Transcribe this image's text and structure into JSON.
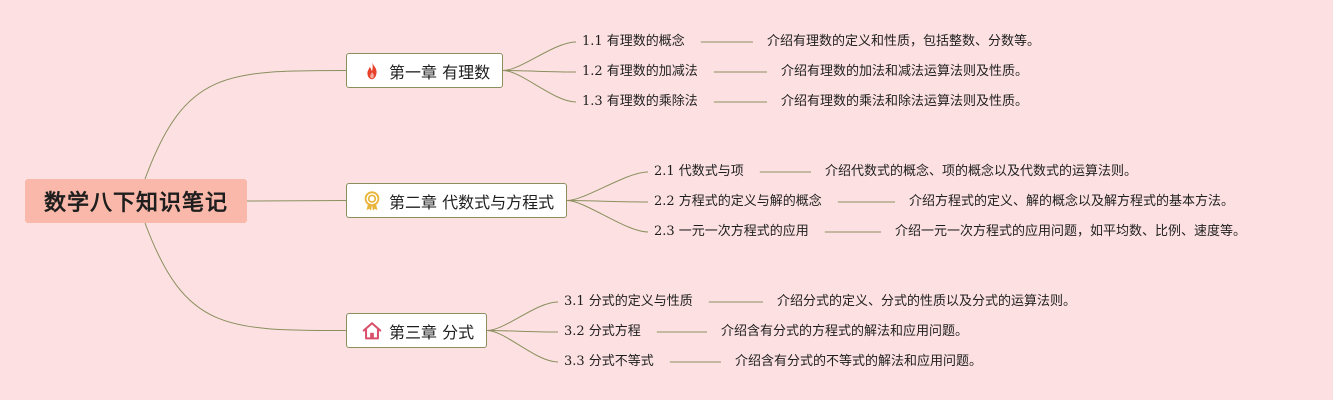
{
  "root": {
    "title": "数学八下知识笔记"
  },
  "chapters": [
    {
      "title": "第一章 有理数",
      "icon": "fire-icon",
      "icon_color": "#e8402a",
      "items": [
        {
          "label": "1.1 有理数的概念",
          "desc": "介绍有理数的定义和性质，包括整数、分数等。"
        },
        {
          "label": "1.2 有理数的加减法",
          "desc": "介绍有理数的加法和减法运算法则及性质。"
        },
        {
          "label": "1.3 有理数的乘除法",
          "desc": "介绍有理数的乘法和除法运算法则及性质。"
        }
      ]
    },
    {
      "title": "第二章 代数式与方程式",
      "icon": "award-medal-icon",
      "icon_color": "#e9b43a",
      "items": [
        {
          "label": "2.1 代数式与项",
          "desc": "介绍代数式的概念、项的概念以及代数式的运算法则。"
        },
        {
          "label": "2.2 方程式的定义与解的概念",
          "desc": "介绍方程式的定义、解的概念以及解方程式的基本方法。"
        },
        {
          "label": "2.3 一元一次方程式的应用",
          "desc": "介绍一元一次方程式的应用问题，如平均数、比例、速度等。"
        }
      ]
    },
    {
      "title": "第三章 分式",
      "icon": "home-icon",
      "icon_color": "#d9506a",
      "items": [
        {
          "label": "3.1 分式的定义与性质",
          "desc": "介绍分式的定义、分式的性质以及分式的运算法则。"
        },
        {
          "label": "3.2 分式方程",
          "desc": "介绍含有分式的方程式的解法和应用问题。"
        },
        {
          "label": "3.3 分式不等式",
          "desc": "介绍含有分式的不等式的解法和应用问题。"
        }
      ]
    }
  ],
  "colors": {
    "background": "#fde1e2",
    "root_fill": "#f9b8a9",
    "connector": "#8a8f5e"
  }
}
